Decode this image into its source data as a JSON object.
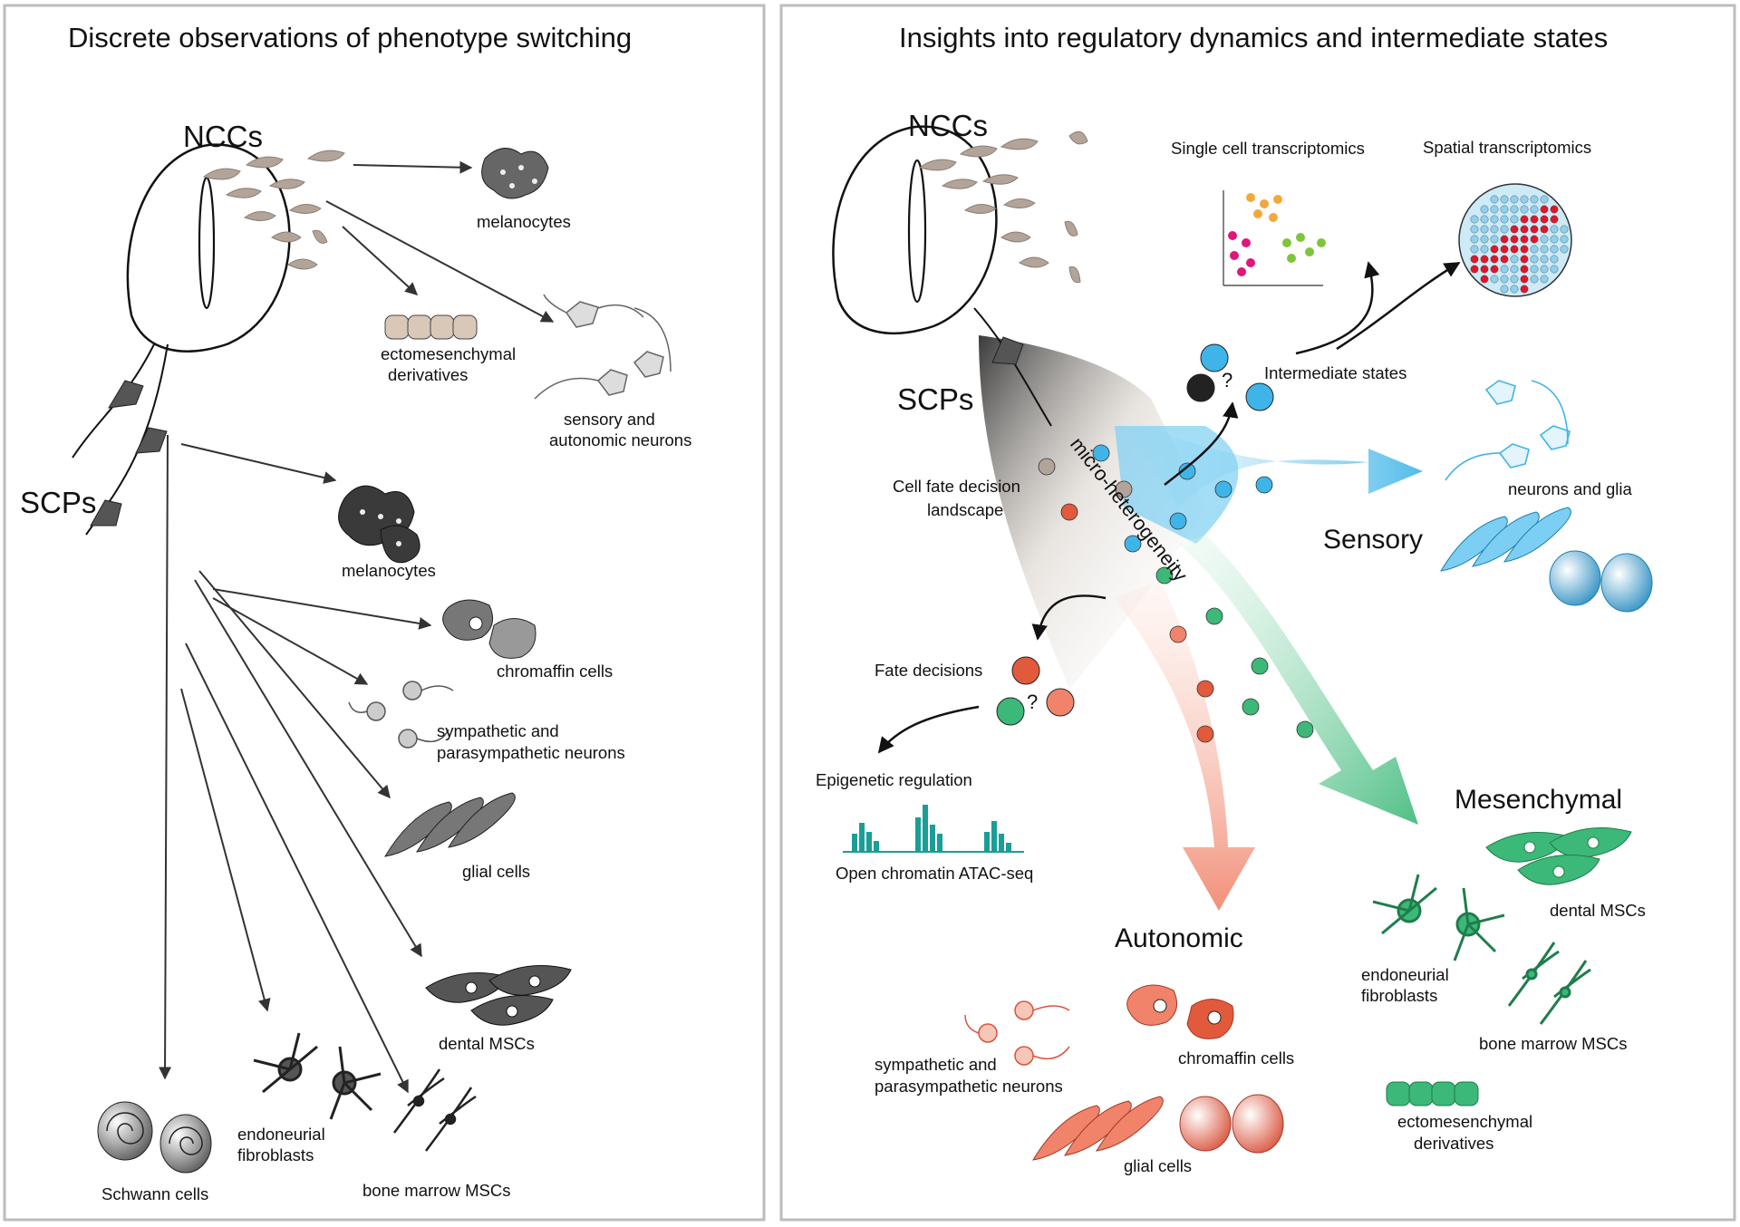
{
  "left_panel": {
    "title": "Discrete observations of phenotype switching",
    "ncc_label": "NCCs",
    "scp_label": "SCPs",
    "targets": {
      "melanocytes_ncc": "melanocytes",
      "ecto_line1": "ectomesenchymal",
      "ecto_line2": "derivatives",
      "sensory_line1": "sensory and",
      "sensory_line2": "autonomic neurons",
      "melanocytes_scp": "melanocytes",
      "chromaffin": "chromaffin cells",
      "symp_line1": "sympathetic and",
      "symp_line2": "parasympathetic neurons",
      "glial": "glial cells",
      "dental": "dental MSCs",
      "bone_marrow": "bone marrow MSCs",
      "endo_line1": "endoneurial",
      "endo_line2": "fibroblasts",
      "schwann": "Schwann cells"
    }
  },
  "right_panel": {
    "title": "Insights into regulatory dynamics and intermediate states",
    "ncc_label": "NCCs",
    "scp_label": "SCPs",
    "single_cell": "Single cell transcriptomics",
    "spatial": "Spatial transcriptomics",
    "intermediate": "Intermediate states",
    "landscape_line1": "Cell fate decision",
    "landscape_line2": "landscape",
    "micro": "micro-heterogeneity",
    "fate_decisions": "Fate decisions",
    "question": "?",
    "epigenetic": "Epigenetic regulation",
    "atac": "Open chromatin ATAC-seq",
    "sensory": "Sensory",
    "mesenchymal": "Mesenchymal",
    "autonomic": "Autonomic",
    "neurons_glia": "neurons and glia",
    "dental": "dental MSCs",
    "endo_line1": "endoneurial",
    "endo_line2": "fibroblasts",
    "bone_marrow": "bone marrow MSCs",
    "ecto_line1": "ectomesenchymal",
    "ecto_line2": "derivatives",
    "symp_line1": "sympathetic and",
    "symp_line2": "parasympathetic neurons",
    "chromaffin": "chromaffin cells",
    "glial": "glial cells"
  },
  "colors": {
    "sensory": "#3fb4e8",
    "mesenchymal": "#3cb878",
    "autonomic": "#f0836a",
    "atac": "#1a9e96",
    "ncc_cell": "#b3a49a"
  }
}
